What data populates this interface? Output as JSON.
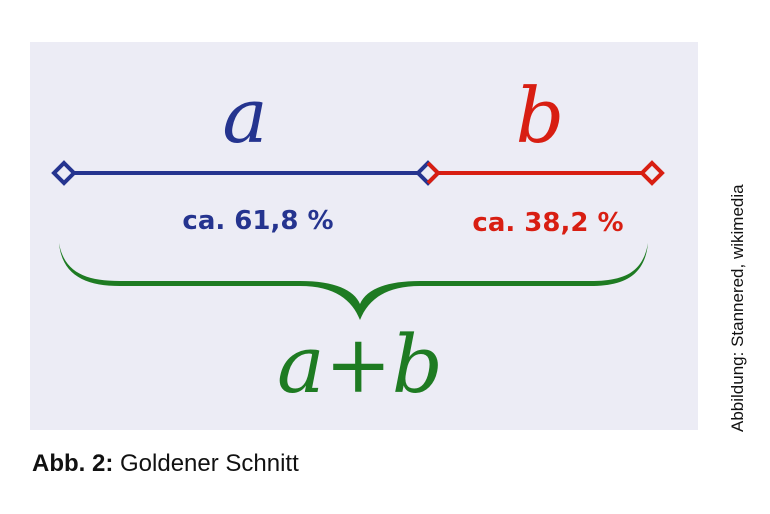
{
  "diagram": {
    "label_a": "a",
    "label_b": "b",
    "percent_a": "ca. 61,8 %",
    "percent_b": "ca. 38,2 %",
    "label_sum": "a+b",
    "colors": {
      "a": "#25348f",
      "b": "#d81e12",
      "sum": "#1e7b22",
      "background": "#ececf5"
    }
  },
  "caption": {
    "prefix": "Abb. 2:",
    "text": " Goldener Schnitt"
  },
  "credit": "Abbildung: Stannered, wikimedia"
}
